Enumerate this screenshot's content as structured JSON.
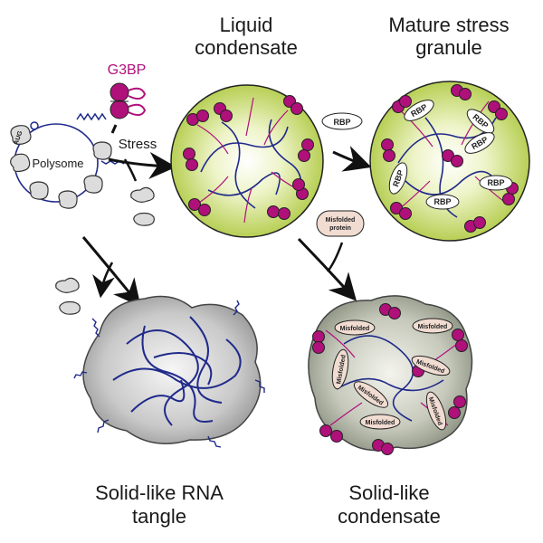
{
  "labels": {
    "liquid_line1": "Liquid",
    "liquid_line2": "condensate",
    "mature_line1": "Mature stress",
    "mature_line2": "granule",
    "g3bp": "G3BP",
    "stress": "Stress",
    "polysome": "Polysome",
    "aug": "AUG",
    "rbp": "RBP",
    "misfolded_line1": "Misfolded",
    "misfolded_line2": "protein",
    "misfolded": "Misfolded",
    "tangle_line1": "Solid-like RNA",
    "tangle_line2": "tangle",
    "solid_line1": "Solid-like",
    "solid_line2": "condensate"
  },
  "colors": {
    "g3bp": "#b0107a",
    "rna": "#1f2a8a",
    "droplet": "#c8dc6a",
    "droplet_core": "#f4f8de",
    "solid_gray": "#b9b9b9"
  }
}
